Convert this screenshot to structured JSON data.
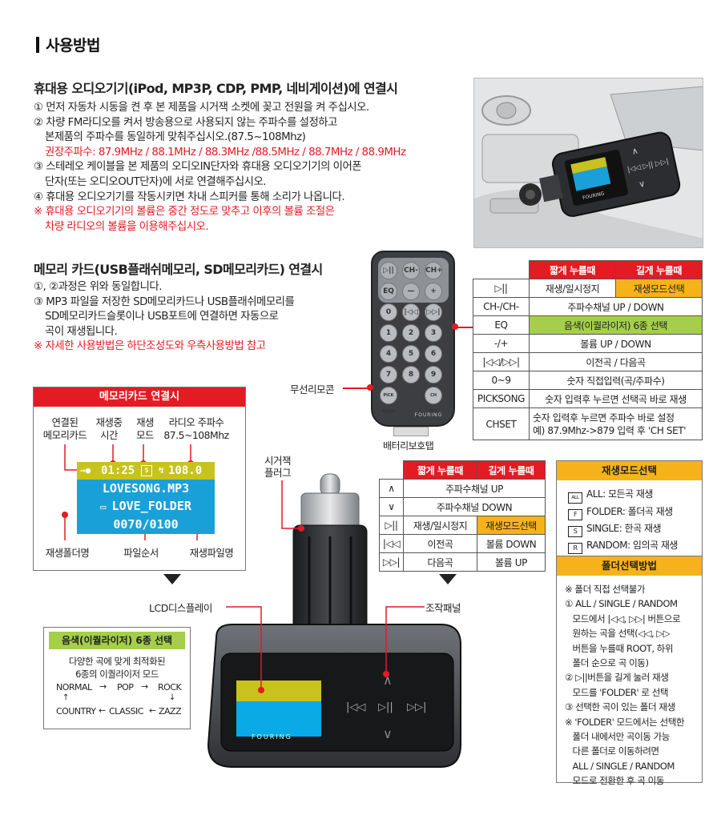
{
  "section": {
    "title": "사용방법"
  },
  "audio": {
    "heading": "휴대용 오디오기기(iPod, MP3P, CDP, PMP, 네비게이션)에 연결시",
    "lines": [
      "① 먼저 자동차 시동을 켠 후 본 제품을 시거잭 소켓에 꽂고 전원을 켜 주십시오.",
      "② 차량 FM라디오를 켜서 방송용으로 사용되지 않는 주파수를 설정하고",
      "   본제품의 주파수를 동일하게 맞춰주십시오.(87.5~108Mhz)",
      "   권장주파수: 87.9MHz / 88.1MHz / 88.3MHz /88.5MHz / 88.7MHz / 88.9MHz",
      "③ 스테레오 케이블을 본 제품의 오디오IN단자와 휴대용 오디오기기의 이어폰",
      "   단자(또는 오디오OUT단자)에 서로 연결해주십시오.",
      "④ 휴대용 오디오기기를 작동시키면 차내 스피커를 통해 소리가 나옵니다.",
      "※ 휴대용 오디오기기의 볼륨은 중간 정도로 맞추고 이후의 볼륨 조절은",
      "   차량 라디오의 볼륨을 이용해주십시오."
    ]
  },
  "memory": {
    "heading": "메모리 카드(USB플래쉬메모리, SD메모리카드) 연결시",
    "lines": [
      "①, ②과정은 위와 동일합니다.",
      "③ MP3 파일을 저장한 SD메모리카드나 USB플래쉬메모리를",
      "   SD메모리카드슬롯이나 USB포트에 연결하면 자동으로",
      "   곡이 재생됩니다.",
      "※ 자세한 사용방법은 하단조성도와 우측사용방법 참고"
    ]
  },
  "remote": {
    "label": "무선리모콘",
    "battery_label": "배터리보호탭",
    "brand": "FOURING",
    "buttons": [
      "▷||",
      "CH-",
      "CH+",
      "EQ",
      "—",
      "+",
      "0",
      "|◁◁",
      "▷▷|",
      "1",
      "2",
      "3",
      "4",
      "5",
      "6",
      "7",
      "8",
      "9",
      "PICK SONG",
      "CH SET"
    ]
  },
  "remote_table": {
    "head": [
      "짧게 누를때",
      "길게 누를때"
    ],
    "rows": [
      [
        "▷||",
        "재생/일시정지",
        "재생모드선택"
      ],
      [
        "CH-/CH-",
        "주파수채널 UP / DOWN"
      ],
      [
        "EQ",
        "음색(이퀄라이저) 6종 선택"
      ],
      [
        "-/+",
        "볼륨 UP / DOWN"
      ],
      [
        "|◁◁/▷▷|",
        "이전곡 / 다음곡"
      ],
      [
        "0~9",
        "숫자 직접입력(곡/주파수)"
      ],
      [
        "PICKSONG",
        "숫자 입력후 누르면 선택곡 바로 재생"
      ],
      [
        "CHSET",
        "숫자 입력후 누르면 주파수 바로 설정",
        "예) 87.9Mhz->879 입력 후 'CH SET'"
      ]
    ]
  },
  "memcard_box": {
    "title": "메모리카드 연결시",
    "top_labels": [
      "연결된\n메모리카드",
      "재생중\n시간",
      "재생\n모드",
      "라디오 주파수\n87.5~108Mhz"
    ],
    "lcd_top": "01:25",
    "lcd_freq": "108.0",
    "lcd_song": "LOVESONG.MP3",
    "lcd_folder": "LOVE_FOLDER",
    "lcd_count": "0070/0100",
    "bottom_labels": [
      "재생폴더명",
      "파일순서",
      "재생파일명"
    ]
  },
  "device": {
    "cigar_label": "시거잭\n플러그",
    "lcd_label": "LCD디스플레이",
    "panel_label": "조작패널",
    "brand": "FOURING"
  },
  "panel_table": {
    "head": [
      "짧게 누를때",
      "길게 누를때"
    ],
    "rows": [
      [
        "∧",
        "주파수채널 UP"
      ],
      [
        "∨",
        "주파수채널 DOWN"
      ],
      [
        "▷||",
        "재생/일시정지",
        "재생모드선택"
      ],
      [
        "|◁◁",
        "이전곡",
        "볼륨 DOWN"
      ],
      [
        "▷▷|",
        "다음곡",
        "볼륨 UP"
      ]
    ]
  },
  "eq_box": {
    "title": "음색(이퀄라이저) 6종 선택",
    "desc1": "다양한 곡에 맞게 최적화된",
    "desc2": "6종의 이퀄라이저 모드",
    "modes": [
      "NORMAL",
      "POP",
      "ROCK",
      "COUNTRY",
      "CLASSIC",
      "ZAZZ"
    ]
  },
  "play_mode_box": {
    "title": "재생모드선택",
    "items": [
      {
        "icon": "ALL",
        "text": "ALL: 모든곡 재생"
      },
      {
        "icon": "F",
        "text": "FOLDER: 폴더곡 재생"
      },
      {
        "icon": "S",
        "text": "SINGLE: 한곡 재생"
      },
      {
        "icon": "R",
        "text": "RANDOM: 임의곡 재생"
      }
    ]
  },
  "folder_box": {
    "title": "폴더선택방법",
    "lines": [
      {
        "t": "※ 폴더 직접 선택불가",
        "red": true
      },
      {
        "t": "① ALL / SINGLE / RANDOM",
        "red": false
      },
      {
        "t": "   모드에서 |◁◁, ▷▷| 버튼으로",
        "red": false
      },
      {
        "t": "   원하는 곡을 선택(◁◁, ▷▷",
        "red": false
      },
      {
        "t": "   버튼을 누를때 ROOT, 하위",
        "red": false
      },
      {
        "t": "   폴더 순으로 곡 이동)",
        "red": false
      },
      {
        "t": "② ▷||버튼을 길게 눌러 재생",
        "red": false
      },
      {
        "t": "   모드를 'FOLDER' 로 선택",
        "red": false
      },
      {
        "t": "③ 선택한 곡이 있는 폴더 재생",
        "red": false
      },
      {
        "t": "※ 'FOLDER' 모드에서는 선택한",
        "red": true
      },
      {
        "t": "   폴더 내에서만 곡이동 가능",
        "red": true
      },
      {
        "t": "   다른 폴더로 이동하려면",
        "red": false
      },
      {
        "t": "   ALL / SINGLE / RANDOM",
        "red": false
      },
      {
        "t": "   모드로 전환한 후 곡 이동",
        "red": false
      }
    ]
  }
}
